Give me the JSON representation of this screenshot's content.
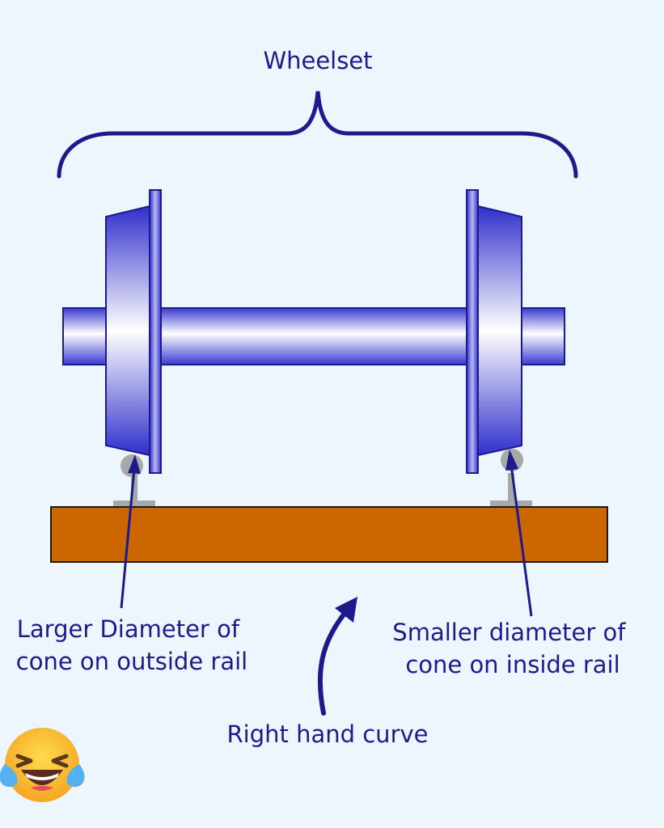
{
  "diagram": {
    "title": "Wheelset",
    "label_left": [
      "Larger Diameter of",
      "cone on outside rail"
    ],
    "label_right": [
      "Smaller diameter of",
      "cone on inside rail"
    ],
    "label_bottom": "Right hand curve",
    "colors": {
      "background": "#eef6fd",
      "ink": "#1d1a8c",
      "sleeper": "#cc6600",
      "rail": "#a8a8a8",
      "steel_dark": "#2f2fcc",
      "steel_light": "#ffffff"
    },
    "emoji_icon": "laughing-crying-face-icon"
  }
}
